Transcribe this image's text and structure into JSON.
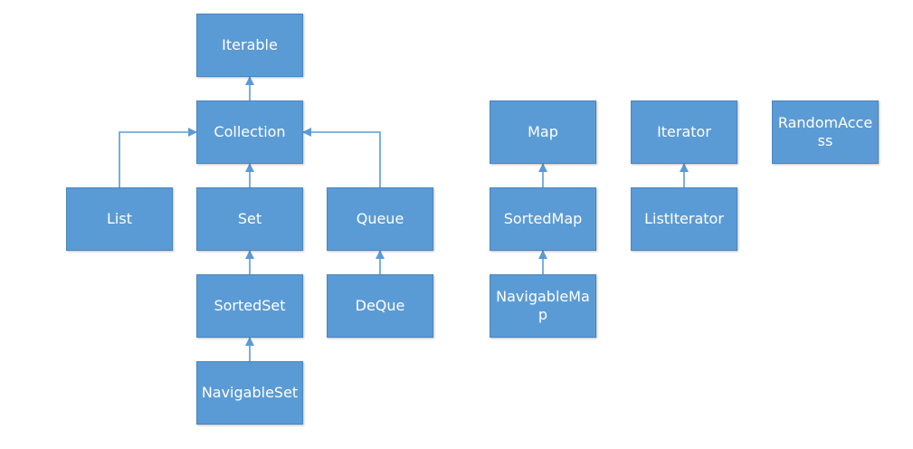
{
  "nodes": {
    "iterable": "Iterable",
    "collection": "Collection",
    "list": "List",
    "set": "Set",
    "queue": "Queue",
    "sortedset": "SortedSet",
    "deque": "DeQue",
    "navigableset": "NavigableSet",
    "map": "Map",
    "sortedmap": "SortedMap",
    "navigablemap": "NavigableMap",
    "iterator": "Iterator",
    "listiterator": "ListIterator",
    "randomaccess": "RandomAccess"
  },
  "edges": [
    {
      "from": "collection",
      "to": "iterable"
    },
    {
      "from": "list",
      "to": "collection"
    },
    {
      "from": "set",
      "to": "collection"
    },
    {
      "from": "queue",
      "to": "collection"
    },
    {
      "from": "sortedset",
      "to": "set"
    },
    {
      "from": "navigableset",
      "to": "sortedset"
    },
    {
      "from": "deque",
      "to": "queue"
    },
    {
      "from": "sortedmap",
      "to": "map"
    },
    {
      "from": "navigablemap",
      "to": "sortedmap"
    },
    {
      "from": "listiterator",
      "to": "iterator"
    }
  ],
  "colors": {
    "node_fill": "#5b9bd5",
    "node_border": "#4a86bf",
    "node_text": "#ffffff",
    "connector": "#5b9bd5"
  }
}
